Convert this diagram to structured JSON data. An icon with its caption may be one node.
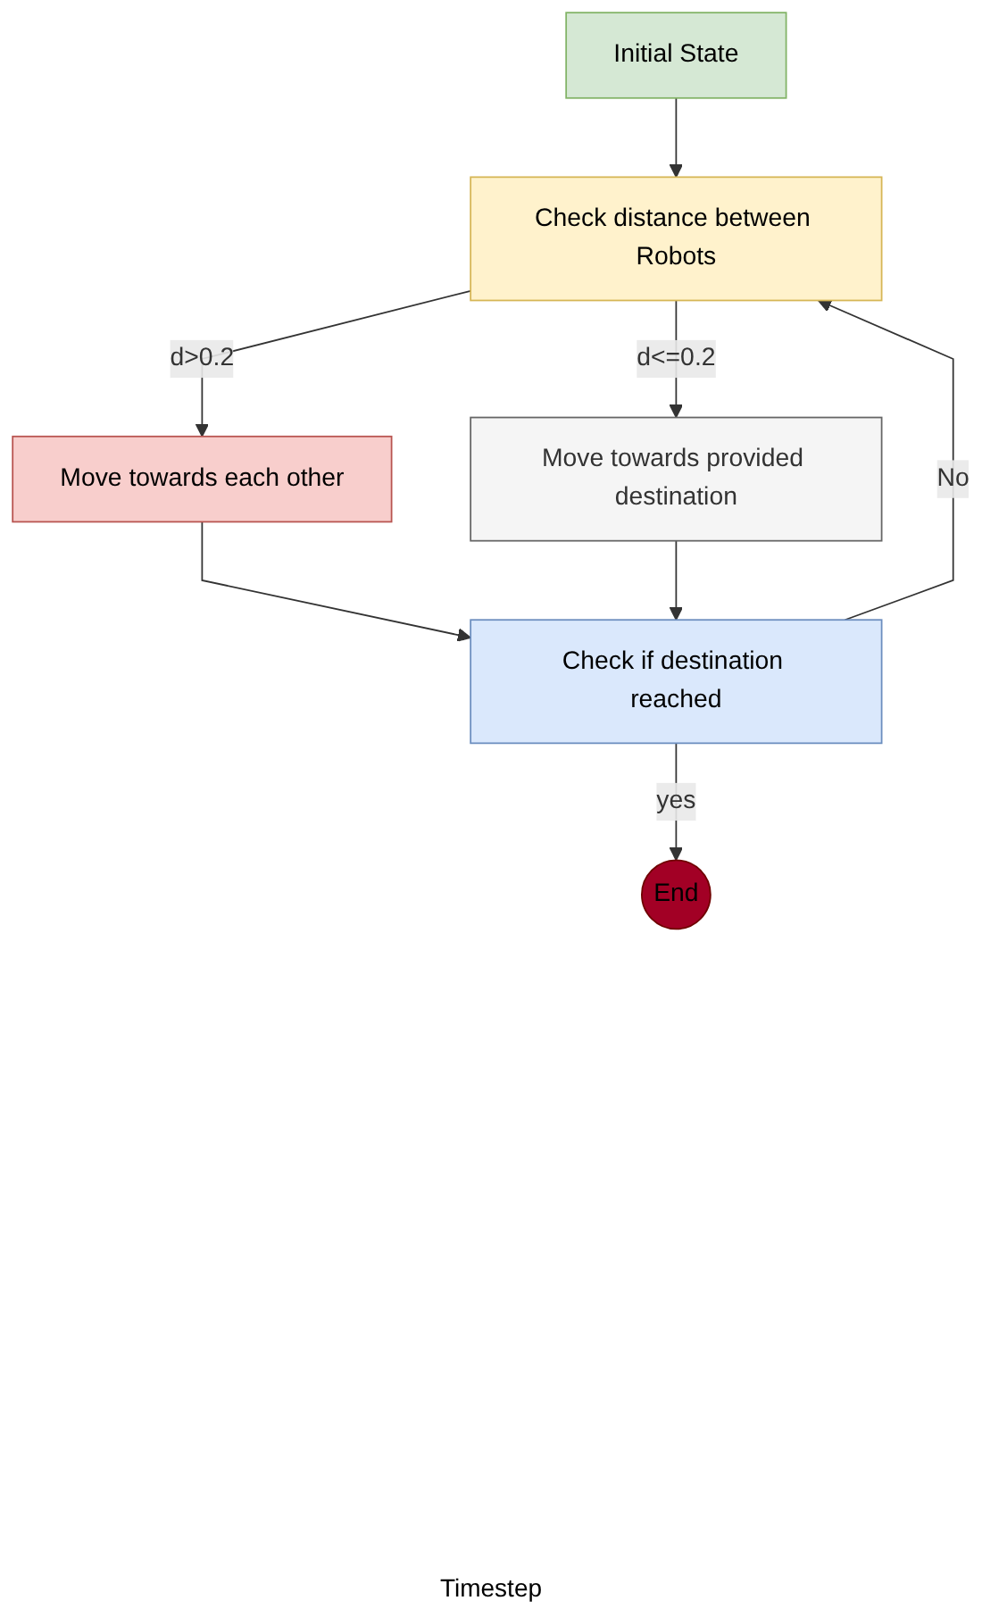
{
  "diagram": {
    "nodes": [
      {
        "text": [
          "Initial State"
        ]
      },
      {
        "text": [
          "Check distance between Robots"
        ]
      },
      {
        "text": [
          "Move towards each other"
        ]
      },
      {
        "text": [
          "Move towards provided destination"
        ]
      },
      {
        "text": [
          "Check if destination reached"
        ]
      },
      {
        "text": [
          "End"
        ]
      }
    ],
    "edges": [
      {
        "from": 0,
        "to": 1,
        "arrow": "to"
      },
      {
        "from": 1,
        "to": 2,
        "arrow": "to",
        "label": "d>0.2"
      },
      {
        "from": 1,
        "to": 3,
        "arrow": "to",
        "label": "d<=0.2"
      },
      {
        "from": 2,
        "to": 4,
        "arrow": "to"
      },
      {
        "from": 3,
        "to": 4,
        "arrow": "to"
      },
      {
        "from": 4,
        "to": 5,
        "arrow": "to",
        "label": "yes"
      },
      {
        "from": 4,
        "to": 1,
        "arrow": "to",
        "label": "No"
      }
    ],
    "labels": [
      "Timestep"
    ]
  }
}
